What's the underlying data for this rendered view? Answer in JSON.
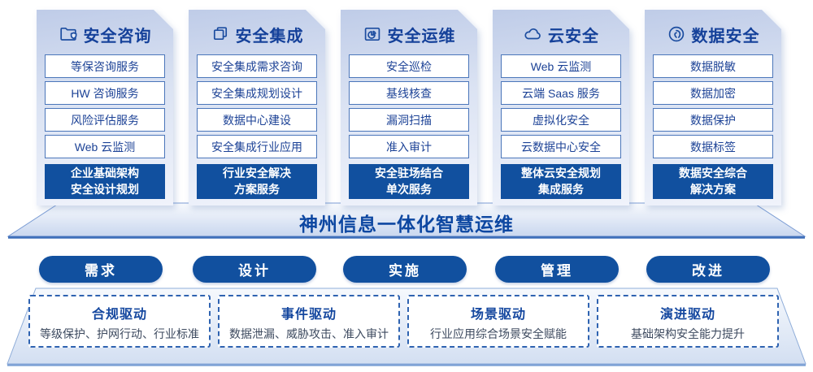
{
  "banner": {
    "label": "神州信息一体化智慧运维"
  },
  "columns": [
    {
      "title": "安全咨询",
      "icon": "folder-shield-icon",
      "items": [
        "等保咨询服务",
        "HW 咨询服务",
        "风险评估服务",
        "Web 云监测"
      ],
      "highlight_line1": "企业基础架构",
      "highlight_line2": "安全设计规划"
    },
    {
      "title": "安全集成",
      "icon": "documents-icon",
      "items": [
        "安全集成需求咨询",
        "安全集成规划设计",
        "数据中心建设",
        "安全集成行业应用"
      ],
      "highlight_line1": "行业安全解决",
      "highlight_line2": "方案服务"
    },
    {
      "title": "安全运维",
      "icon": "pie-chart-box-icon",
      "items": [
        "安全巡检",
        "基线核查",
        "漏洞扫描",
        "准入审计"
      ],
      "highlight_line1": "安全驻场结合",
      "highlight_line2": "单次服务"
    },
    {
      "title": "云安全",
      "icon": "cloud-icon",
      "items": [
        "Web 云监测",
        "云端 Saas 服务",
        "虚拟化安全",
        "云数据中心安全"
      ],
      "highlight_line1": "整体云安全规划",
      "highlight_line2": "集成服务"
    },
    {
      "title": "数据安全",
      "icon": "fingerprint-icon",
      "items": [
        "数据脱敏",
        "数据加密",
        "数据保护",
        "数据标签"
      ],
      "highlight_line1": "数据安全综合",
      "highlight_line2": "解决方案"
    }
  ],
  "process_pills": [
    {
      "label": "需求"
    },
    {
      "label": "设计"
    },
    {
      "label": "实施"
    },
    {
      "label": "管理"
    },
    {
      "label": "改进"
    }
  ],
  "drivers": [
    {
      "title": "合规驱动",
      "description": "等级保护、护网行动、行业标准"
    },
    {
      "title": "事件驱动",
      "description": "数据泄漏、威胁攻击、准入审计"
    },
    {
      "title": "场景驱动",
      "description": "行业应用综合场景安全赋能"
    },
    {
      "title": "演进驱动",
      "description": "基础架构安全能力提升"
    }
  ],
  "colors": {
    "primary_blue": "#11509f",
    "column_title_text": "#15419a",
    "item_border": "#4b76ba",
    "banner_text": "#0d47a1",
    "driver_border": "#2f63b1",
    "driver_desc_text": "#3d4a5f"
  }
}
